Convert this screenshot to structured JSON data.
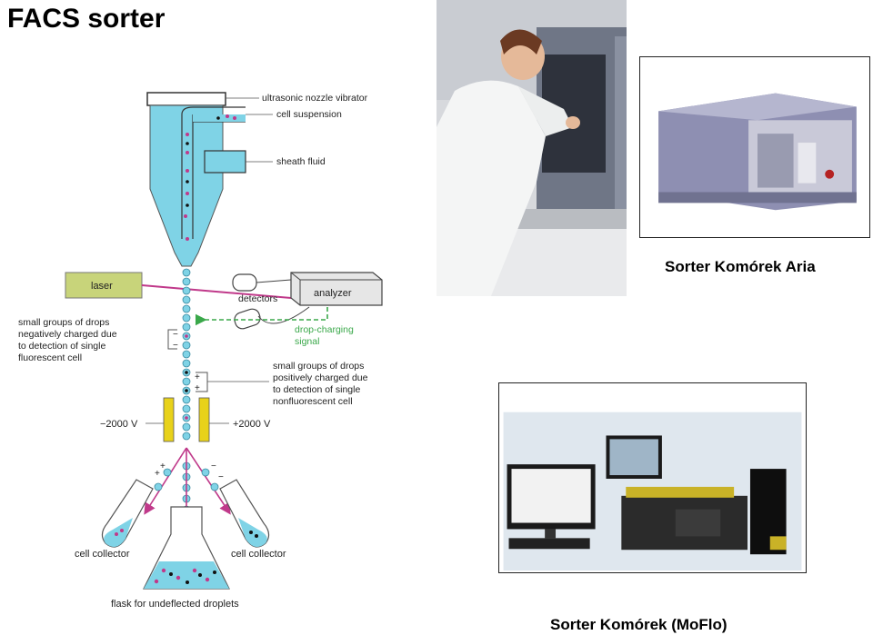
{
  "title": "FACS sorter",
  "diagram": {
    "labels": {
      "nozzle": "ultrasonic nozzle vibrator",
      "suspension": "cell suspension",
      "sheath": "sheath fluid",
      "laser": "laser",
      "detectors": "detectors",
      "analyzer": "analyzer",
      "signal_1": "drop-charging",
      "signal_2": "signal",
      "neg_1": "small groups of drops",
      "neg_2": "negatively charged due",
      "neg_3": "to detection of single",
      "neg_4": "fluorescent cell",
      "pos_1": "small groups of drops",
      "pos_2": "positively charged due",
      "pos_3": "to detection of single",
      "pos_4": "nonfluorescent cell",
      "volt_left": "−2000 V",
      "volt_right": "+2000 V",
      "collector_left": "cell collector",
      "collector_right": "cell collector",
      "flask": "flask for undeflected droplets"
    }
  },
  "captions": {
    "aria": "Sorter Komórek Aria",
    "moflo": "Sorter Komórek (MoFlo)"
  },
  "colors": {
    "fluid": "#7fd3e6",
    "laser_beam": "#c0398a",
    "signal": "#3aa84a",
    "laser_box": "#c8d47a",
    "plates": "#e8d21a"
  }
}
